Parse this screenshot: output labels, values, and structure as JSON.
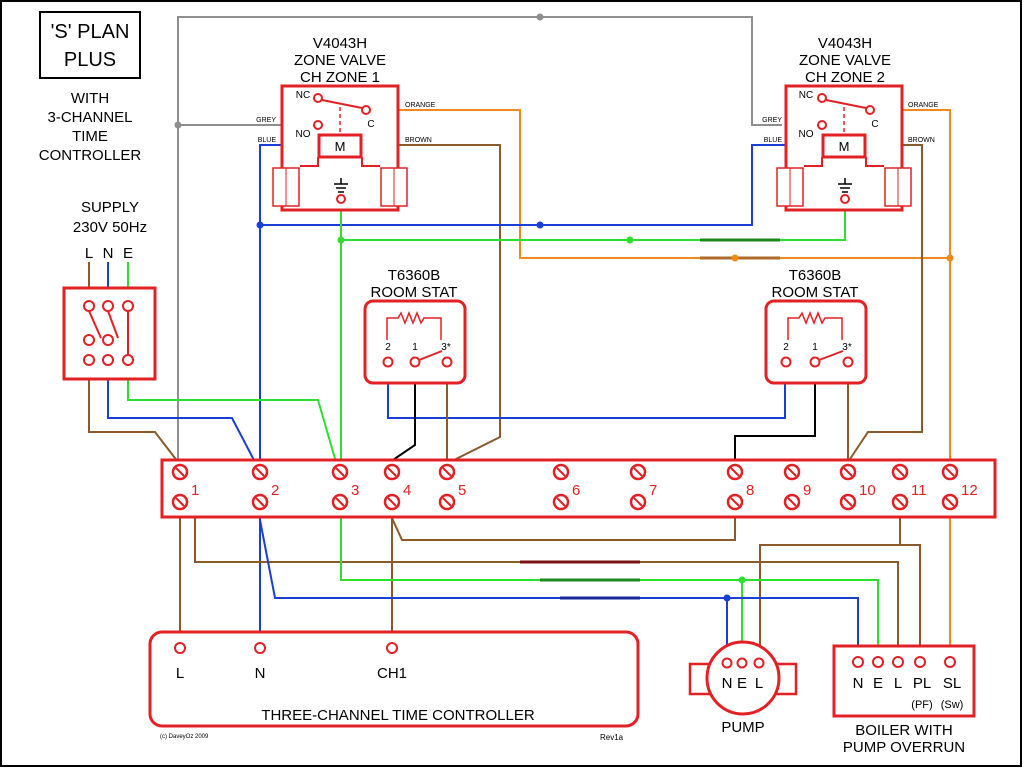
{
  "title_box": {
    "line1": "'S' PLAN",
    "line2": "PLUS"
  },
  "subtitle": {
    "line1": "WITH",
    "line2": "3-CHANNEL",
    "line3": "TIME",
    "line4": "CONTROLLER"
  },
  "supply": {
    "line1": "SUPPLY",
    "line2": "230V 50Hz",
    "l": "L",
    "n": "N",
    "e": "E"
  },
  "zone_valve_1": {
    "model": "V4043H",
    "type": "ZONE VALVE",
    "zone": "CH ZONE 1",
    "nc": "NC",
    "no": "NO",
    "c": "C",
    "m": "M",
    "grey": "GREY",
    "blue": "BLUE",
    "orange": "ORANGE",
    "brown": "BROWN"
  },
  "zone_valve_2": {
    "model": "V4043H",
    "type": "ZONE VALVE",
    "zone": "CH ZONE 2",
    "nc": "NC",
    "no": "NO",
    "c": "C",
    "m": "M",
    "grey": "GREY",
    "blue": "BLUE",
    "orange": "ORANGE",
    "brown": "BROWN"
  },
  "room_stat_1": {
    "model": "T6360B",
    "name": "ROOM STAT",
    "t2": "2",
    "t1": "1",
    "t3": "3*"
  },
  "room_stat_2": {
    "model": "T6360B",
    "name": "ROOM STAT",
    "t2": "2",
    "t1": "1",
    "t3": "3*"
  },
  "terminals": [
    "1",
    "2",
    "3",
    "4",
    "5",
    "6",
    "7",
    "8",
    "9",
    "10",
    "11",
    "12"
  ],
  "controller": {
    "name": "THREE-CHANNEL TIME CONTROLLER",
    "l": "L",
    "n": "N",
    "ch1": "CH1",
    "copyright": "(c) DaveyOz 2009",
    "rev": "Rev1a"
  },
  "pump": {
    "name": "PUMP",
    "n": "N",
    "e": "E",
    "l": "L"
  },
  "boiler": {
    "line1": "BOILER WITH",
    "line2": "PUMP OVERRUN",
    "n": "N",
    "e": "E",
    "l": "L",
    "pl": "PL",
    "sl": "SL",
    "pf": "(PF)",
    "sw": "(Sw)"
  },
  "colors": {
    "red": "#e32024",
    "blue": "#1a3fd6",
    "brown": "#8a5a2a",
    "green": "#2ee02e",
    "grey": "#8f8f8f",
    "orange": "#f08a1a",
    "black": "#000000"
  }
}
